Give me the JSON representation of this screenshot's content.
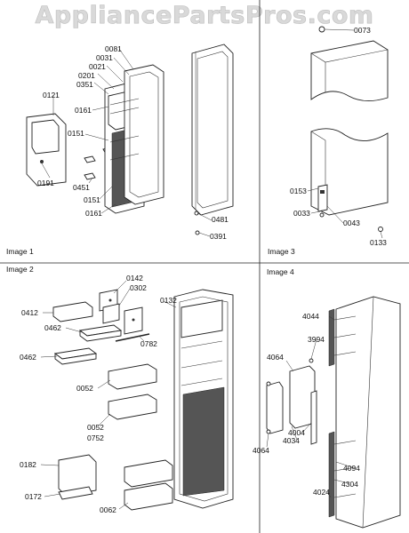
{
  "watermark": "AppliancePartsPros.com",
  "panels": {
    "image1": {
      "caption": "Image 1"
    },
    "image2": {
      "caption": "Image 2"
    },
    "image3": {
      "caption": "Image 3"
    },
    "image4": {
      "caption": "Image 4"
    }
  },
  "labels": {
    "img1": [
      "0081",
      "0031",
      "0021",
      "0201",
      "0351",
      "0121",
      "0161",
      "0151",
      "0191",
      "0451",
      "0151",
      "0161",
      "0481",
      "0391"
    ],
    "img3": [
      "0073",
      "0153",
      "0033",
      "0043",
      "0133"
    ],
    "img2": [
      "0142",
      "0302",
      "0132",
      "0412",
      "0462",
      "0782",
      "0462",
      "0052",
      "0052",
      "0752",
      "0182",
      "0172",
      "0062"
    ],
    "img4": [
      "4044",
      "3994",
      "4064",
      "4004",
      "4034",
      "4064",
      "4094",
      "4304",
      "4024"
    ]
  }
}
